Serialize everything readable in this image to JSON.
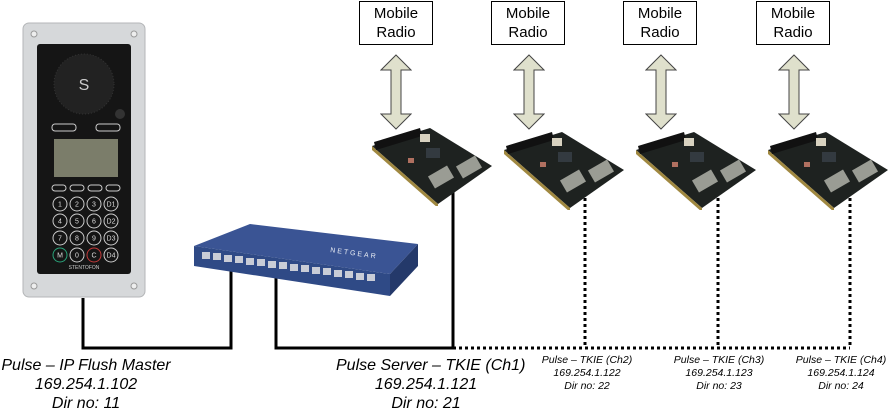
{
  "diagram": {
    "mobile_radios": [
      {
        "line1": "Mobile",
        "line2": "Radio"
      },
      {
        "line1": "Mobile",
        "line2": "Radio"
      },
      {
        "line1": "Mobile",
        "line2": "Radio"
      },
      {
        "line1": "Mobile",
        "line2": "Radio"
      }
    ],
    "devices": {
      "intercom": {
        "name": "Pulse – IP Flush Master",
        "ip": "169.254.1.102",
        "dir": "Dir no: 11",
        "brand": "STENTOFON"
      },
      "switch": {
        "brand": "NETGEAR"
      },
      "tkie": [
        {
          "name": "Pulse Server – TKIE (Ch1)",
          "ip": "169.254.1.121",
          "dir": "Dir no: 21"
        },
        {
          "name": "Pulse – TKIE (Ch2)",
          "ip": "169.254.1.122",
          "dir": "Dir no: 22"
        },
        {
          "name": "Pulse – TKIE (Ch3)",
          "ip": "169.254.1.123",
          "dir": "Dir no: 23"
        },
        {
          "name": "Pulse – TKIE (Ch4)",
          "ip": "169.254.1.124",
          "dir": "Dir no: 24"
        }
      ]
    },
    "keypad": [
      "1",
      "2",
      "3",
      "D1",
      "4",
      "5",
      "6",
      "D2",
      "7",
      "8",
      "9",
      "D3",
      "M",
      "0",
      "C",
      "D4"
    ],
    "colors": {
      "arrow_fill": "#dfe0cc",
      "switch_blue": "#2f4a86",
      "board_dark": "#1e2220"
    }
  }
}
